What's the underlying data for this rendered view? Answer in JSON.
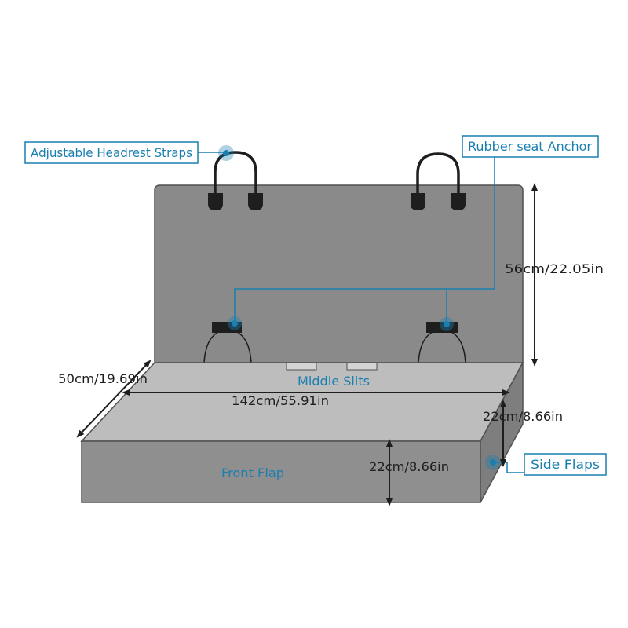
{
  "colors": {
    "accent": "#1a7fb0",
    "panel": "#8a8a8a",
    "panel_top": "#c4c4c4",
    "panel_seat_top": "#bdbdbd",
    "panel_front": "#8f8f8f",
    "panel_side": "#7e7e7e",
    "outline": "#505050",
    "strap": "#1e1e1e",
    "dim": "#1e1e1e"
  },
  "callouts": {
    "headrest": "Adjustable Headrest Straps",
    "anchor": "Rubber seat Anchor",
    "side_flaps": "Side Flaps"
  },
  "surface_labels": {
    "middle_slits": "Middle Slits",
    "front_flap": "Front Flap"
  },
  "dimensions": {
    "back_height": "56cm/22.05in",
    "seat_depth": "50cm/19.69in",
    "width": "142cm/55.91in",
    "side_height": "22cm/8.66in",
    "front_height": "22cm/8.66in"
  }
}
